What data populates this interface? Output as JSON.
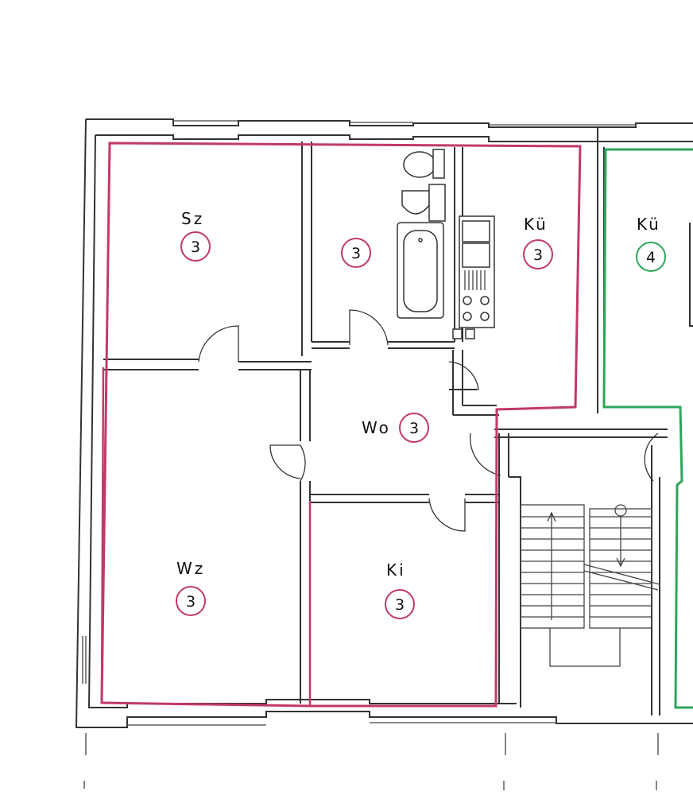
{
  "colors": {
    "apartment_3": "#c2386a",
    "apartment_4": "#2ea65a",
    "walls": "#333333"
  },
  "rooms": {
    "sz": {
      "label": "Sz",
      "unit": "3"
    },
    "bath": {
      "label": "",
      "unit": "3"
    },
    "kue3": {
      "label": "Kü",
      "unit": "3"
    },
    "kue4": {
      "label": "Kü",
      "unit": "4"
    },
    "wo": {
      "label": "Wo",
      "unit": "3"
    },
    "wz": {
      "label": "Wz",
      "unit": "3"
    },
    "ki": {
      "label": "Ki",
      "unit": "3"
    }
  }
}
